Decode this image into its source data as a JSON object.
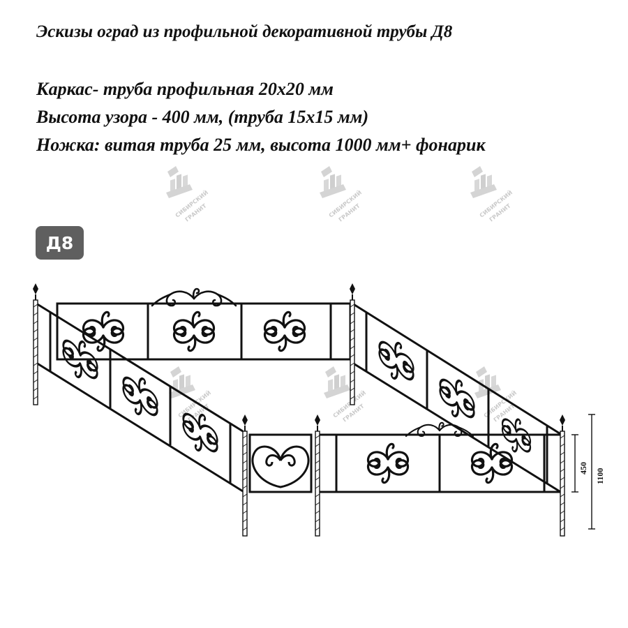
{
  "title": "Эскизы оград из профильной декоративной трубы Д8",
  "specs": {
    "frame": "Каркас- труба профильная 20х20 мм",
    "pattern": "Высота узора - 400 мм, (труба 15х15 мм)",
    "leg": "Ножка: витая труба 25 мм, высота 1000 мм+ фонарик"
  },
  "badge": "Д8",
  "watermark": {
    "line1": "СИБИРСКИЙ",
    "line2": "ГРАНИТ"
  },
  "dimensions": {
    "pattern_height": "450",
    "total_height": "1100"
  },
  "colors": {
    "ink": "#111111",
    "badge": "#5f5f5f",
    "watermark": "#c8c8c8"
  }
}
